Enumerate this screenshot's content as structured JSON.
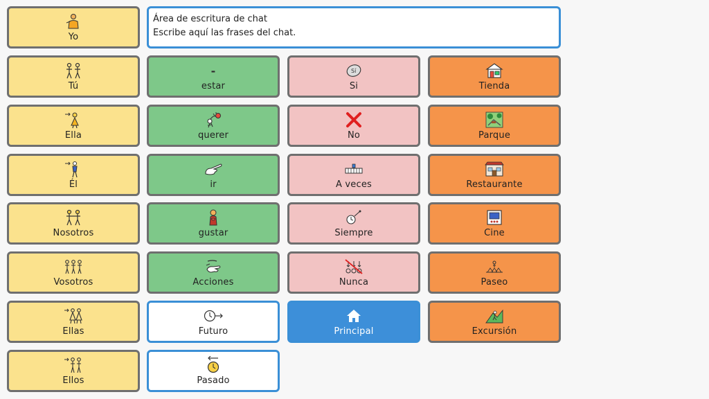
{
  "chat": {
    "title": "Área de escritura de chat",
    "placeholder": "Escribe aquí las frases del chat."
  },
  "tiles": {
    "yo": "Yo",
    "tu": "Tú",
    "ella": "Ella",
    "el": "Él",
    "nosotros": "Nosotros",
    "vosotros": "Vosotros",
    "ellas": "Ellas",
    "ellos": "Ellos",
    "estar": "estar",
    "estar_symbol": "-",
    "querer": "querer",
    "ir": "ir",
    "gustar": "gustar",
    "acciones": "Acciones",
    "futuro": "Futuro",
    "pasado": "Pasado",
    "si": "Si",
    "no": "No",
    "a_veces": "A veces",
    "siempre": "Siempre",
    "nunca": "Nunca",
    "principal": "Principal",
    "tienda": "Tienda",
    "parque": "Parque",
    "restaurante": "Restaurante",
    "cine": "Cine",
    "paseo": "Paseo",
    "excursion": "Excursión"
  },
  "colors": {
    "pronoun": "#fbe28d",
    "verb": "#7ec889",
    "adverb": "#f2c3c3",
    "place": "#f5944a",
    "nav": "#3d8fd9",
    "highlight_border": "#3a8fd6"
  }
}
